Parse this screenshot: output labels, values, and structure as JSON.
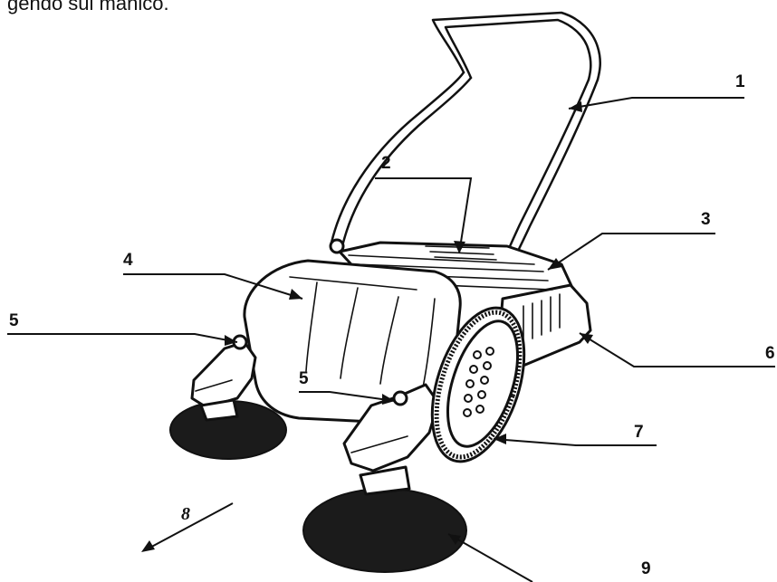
{
  "caption": {
    "top_text": "gendo sul manico."
  },
  "labels": {
    "l1": "1",
    "l2": "2",
    "l3": "3",
    "l4": "4",
    "l5a": "5",
    "l5b": "5",
    "l6": "6",
    "l7": "7",
    "l8": "8",
    "l9": "9"
  }
}
